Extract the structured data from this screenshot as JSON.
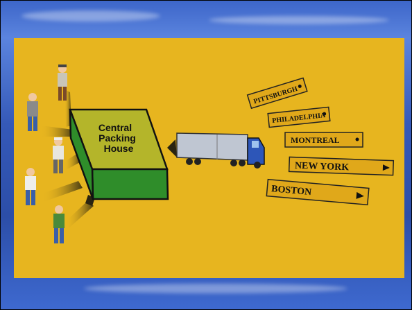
{
  "packing_house": {
    "line1": "Central",
    "line2": "Packing",
    "line3": "House"
  },
  "destinations": [
    "PITTSBURGH",
    "PHILADELPHIA",
    "MONTREAL",
    "NEW YORK",
    "BOSTON"
  ],
  "colors": {
    "panel": "#e7b51f",
    "box_top": "#b4b52a",
    "box_side": "#2f8d2a",
    "sign_fill": "#e0a81a",
    "truck_cab": "#2d56b8",
    "trailer": "#bfc6d2",
    "background": "#3d66c9"
  }
}
